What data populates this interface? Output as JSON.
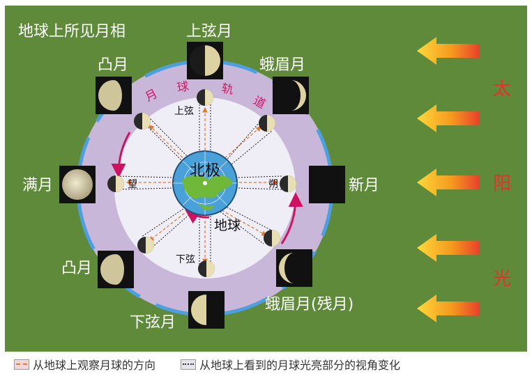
{
  "title": "地球上所见月相",
  "sun": {
    "chars": [
      "太",
      "阳",
      "光"
    ]
  },
  "earth": {
    "label_pole": "北极",
    "label_earth": "地球"
  },
  "orbit": {
    "chars": [
      "月",
      "球",
      "轨",
      "道"
    ]
  },
  "inner_labels": {
    "first_quarter": "上弦",
    "third_quarter": "下弦",
    "full": "望",
    "new": "朔"
  },
  "phase_labels": {
    "first_quarter": "上弦月",
    "waxing_crescent": "蛾眉月",
    "new_moon": "新月",
    "waning_crescent": "蛾眉月(残月)",
    "third_quarter": "下弦月",
    "gibbous_lower": "凸月",
    "full_moon": "满月",
    "gibbous_upper": "凸月"
  },
  "legend": {
    "observe_direction": "从地球上观察月球的方向",
    "visual_change": "从地球上看到的月球光亮部分的视角变化"
  },
  "colors": {
    "background": "#5f8a3a",
    "orbit_band": "#c9b7d9",
    "sun_arrow": "#f28a1c",
    "sun_text": "#e8302a"
  }
}
